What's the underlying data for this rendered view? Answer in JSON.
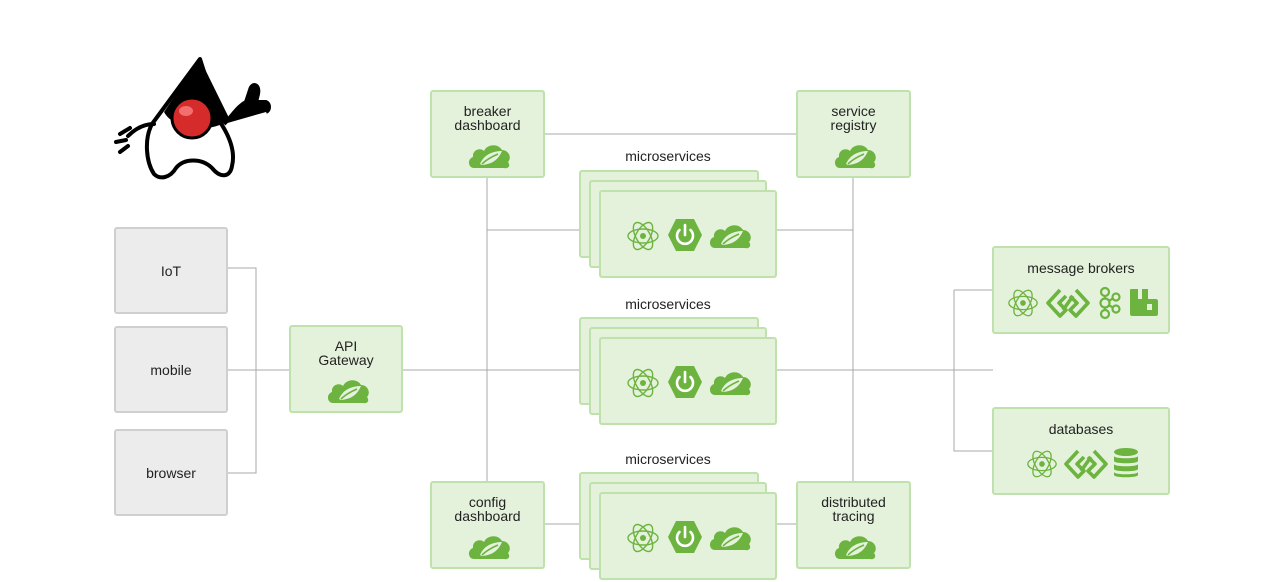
{
  "clients": [
    {
      "label": "IoT"
    },
    {
      "label": "mobile"
    },
    {
      "label": "browser"
    }
  ],
  "gateway": {
    "label": "API\nGateway"
  },
  "top_left": {
    "label": "breaker\ndashboard"
  },
  "top_right": {
    "label": "service\nregistry"
  },
  "bottom_left": {
    "label": "config\ndashboard"
  },
  "bottom_right": {
    "label": "distributed\ntracing"
  },
  "microservices": [
    {
      "label": "microservices"
    },
    {
      "label": "microservices"
    },
    {
      "label": "microservices"
    }
  ],
  "message_brokers": {
    "label": "message brokers"
  },
  "databases": {
    "label": "databases"
  },
  "colors": {
    "green_fill": "#e4f2dc",
    "green_border": "#bfe2ad",
    "green_icon": "#6db33f",
    "gray_fill": "#ececec",
    "line": "#9a9a9a"
  }
}
